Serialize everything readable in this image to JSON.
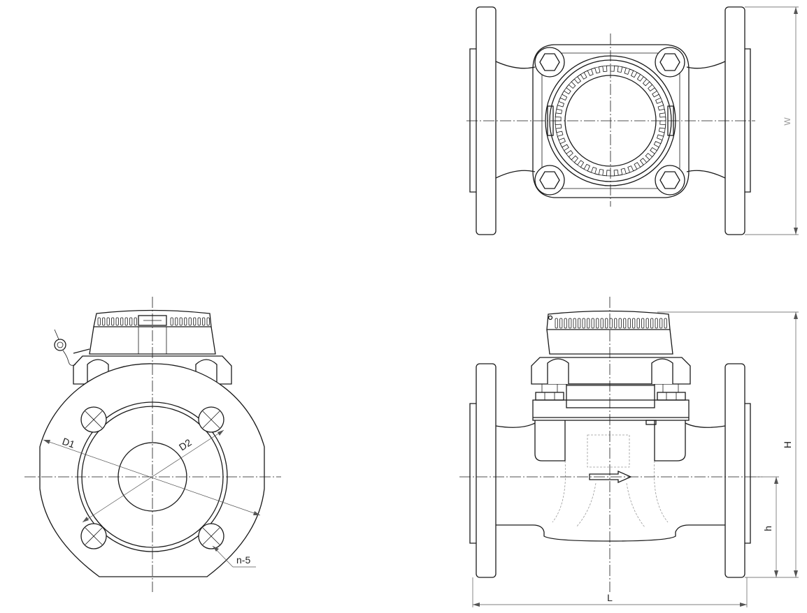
{
  "labels": {
    "d1": "D1",
    "d2": "D2",
    "n": "n-5",
    "w": "W",
    "h_upper": "H",
    "h_lower": "h",
    "l": "L"
  }
}
